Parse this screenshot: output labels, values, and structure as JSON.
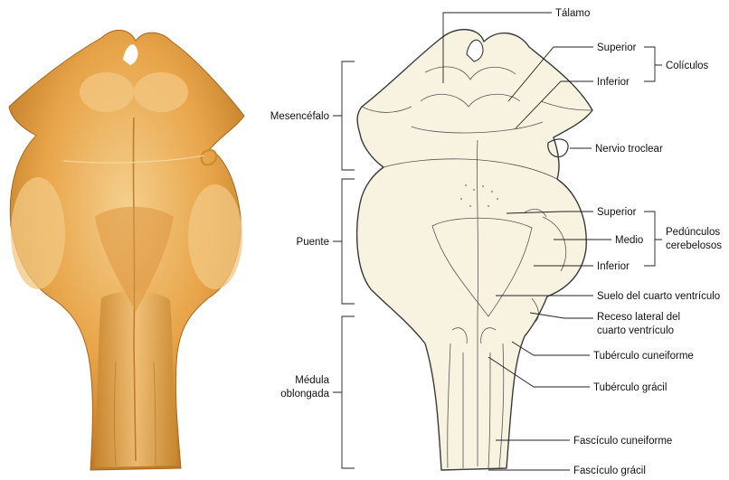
{
  "colors": {
    "photo_background": "#ffffff",
    "specimen_main": "#e8a54a",
    "specimen_light": "#f4cf8c",
    "specimen_dark": "#b9741f",
    "drawing_fill": "#f8f3e1",
    "drawing_stroke": "#3a3a3a",
    "label_text": "#111111"
  },
  "labels": {
    "talamo": "Tálamo",
    "mesencefalo": "Mesencéfalo",
    "coliculos": {
      "superior": "Superior",
      "inferior": "Inferior",
      "group": "Colículos"
    },
    "nervio_troclear": "Nervio troclear",
    "puente": "Puente",
    "pedunculos": {
      "superior": "Superior",
      "medio": "Medio",
      "inferior": "Inferior",
      "group_line1": "Pedúnculos",
      "group_line2": "cerebelosos"
    },
    "suelo_cuarto_ventriculo": "Suelo del cuarto ventrículo",
    "receso_lateral_line1": "Receso lateral del",
    "receso_lateral_line2": "cuarto ventrículo",
    "medula_line1": "Médula",
    "medula_line2": "oblongada",
    "tuberculo_cuneiforme": "Tubérculo cuneiforme",
    "tuberculo_gracil": "Tubérculo grácil",
    "fasciculo_cuneiforme": "Fascículo cuneiforme",
    "fasciculo_gracil": "Fascículo grácil"
  }
}
